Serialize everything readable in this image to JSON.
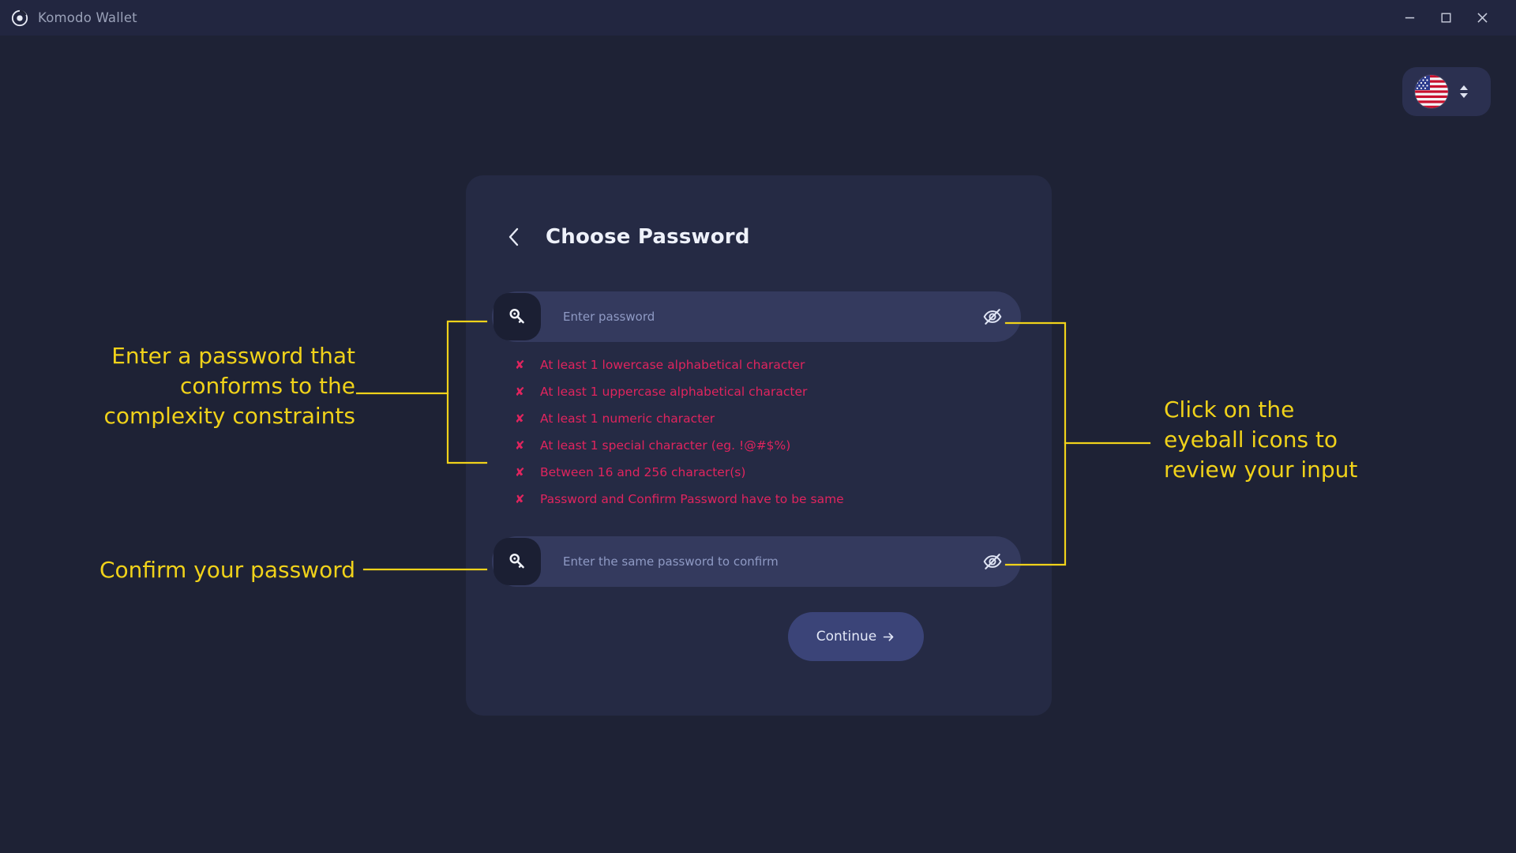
{
  "window": {
    "app_title": "Komodo Wallet",
    "logo_icon": "komodo-logo-icon",
    "minimize_label": "Minimize",
    "maximize_label": "Maximize",
    "close_label": "Close",
    "bg_color": "#1e2235",
    "titlebar_color": "#222640"
  },
  "language_selector": {
    "flag_icon": "us-flag-icon",
    "chevron_icon": "chevron-up-down-icon",
    "selected": "English (US)"
  },
  "card": {
    "back_icon": "chevron-left-icon",
    "title": "Choose Password",
    "bg_color": "#252a44",
    "password_field": {
      "icon": "key-icon",
      "placeholder": "Enter password",
      "value": "",
      "toggle_icon": "eye-off-icon"
    },
    "confirm_field": {
      "icon": "key-icon",
      "placeholder": "Enter the same password to confirm",
      "value": "",
      "toggle_icon": "eye-off-icon"
    },
    "rules_marker": "✘",
    "rules_color": "#e0245e",
    "rules": [
      "At least 1 lowercase alphabetical character",
      "At least 1 uppercase alphabetical character",
      "At least 1 numeric character",
      "At least 1 special character (eg. !@#$%)",
      "Between 16 and 256 character(s)",
      "Password and Confirm Password have to be same"
    ],
    "continue_label": "Continue",
    "continue_icon": "arrow-right-icon",
    "continue_color": "#3b4478"
  },
  "annotations": {
    "color": "#f0d21a",
    "items": [
      {
        "id": "a",
        "text": "Enter a password that\nconforms to the\ncomplexity constraints"
      },
      {
        "id": "b",
        "text": "Click on the\neyeball icons to\nreview your input"
      },
      {
        "id": "c",
        "text": "Confirm your password"
      }
    ]
  }
}
